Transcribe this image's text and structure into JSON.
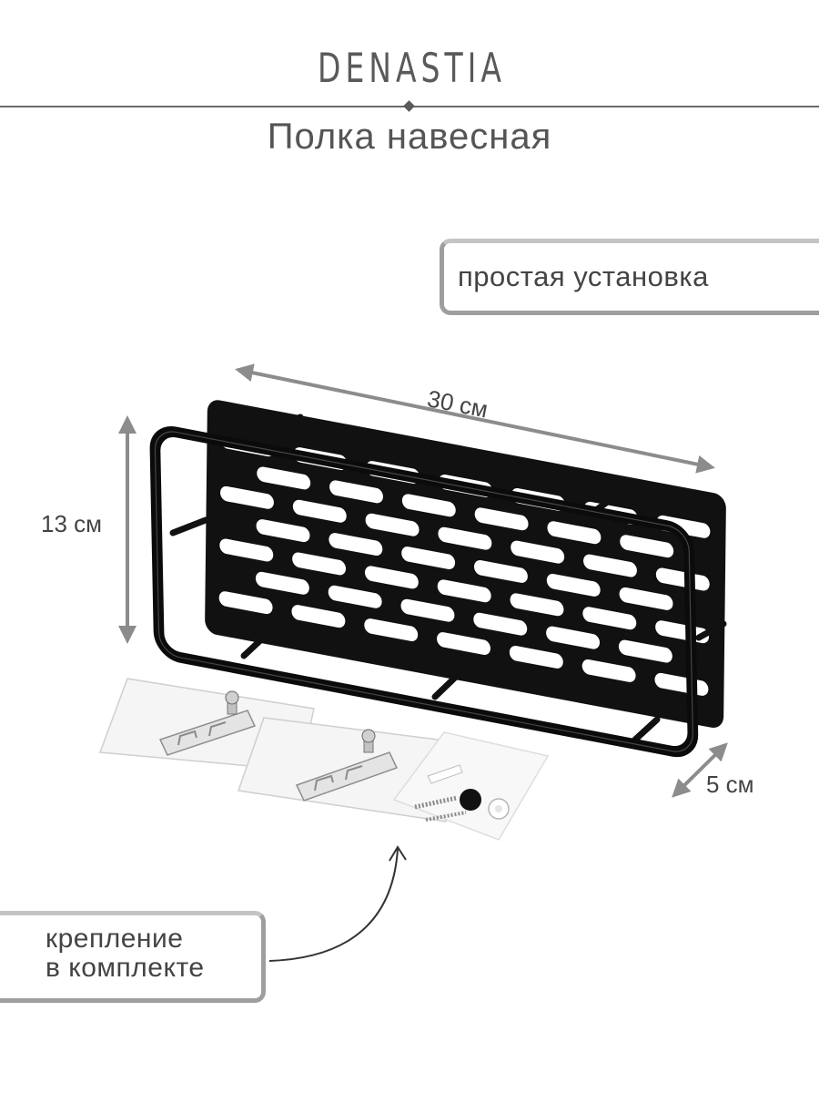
{
  "brand": {
    "logo_text": "DENASTIA"
  },
  "header": {
    "title": "Полка навесная"
  },
  "badges": {
    "install": "простая установка",
    "mounting": [
      "крепление",
      "в комплекте"
    ]
  },
  "dimensions": {
    "width": "30 см",
    "height": "13 см",
    "depth": "5 см"
  },
  "icons": {
    "divider_ornament": "diamond-icon",
    "callout_arrow": "curved-arrow-icon",
    "dimension_arrow": "double-arrow-icon"
  },
  "colors": {
    "text": "#555555",
    "badge_border": "#c4c4c4",
    "badge_shadow": "#9e9e9e",
    "dimension_arrow": "#8c8c8c",
    "product": "#111111",
    "background": "#ffffff"
  }
}
